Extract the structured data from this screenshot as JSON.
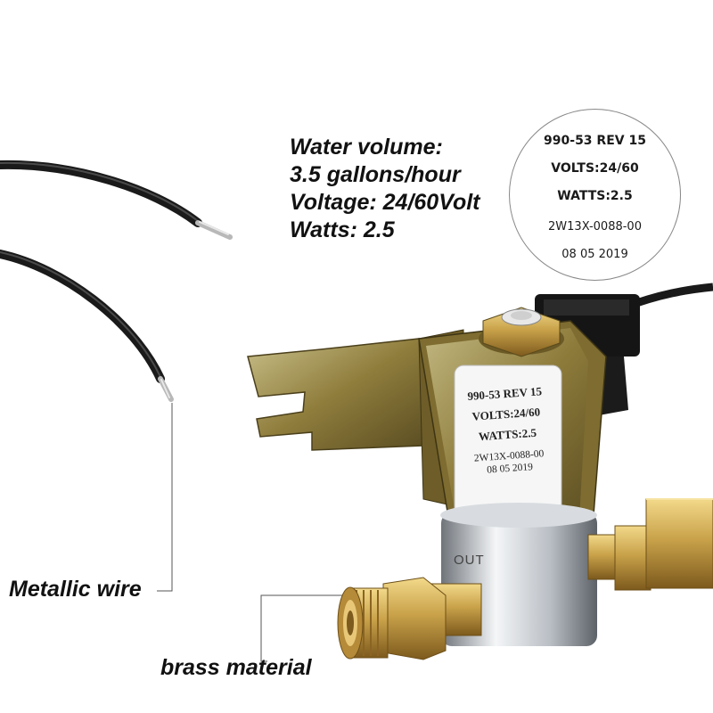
{
  "specs": {
    "line1": "Water volume:",
    "line2": "3.5 gallons/hour",
    "line3": "Voltage: 24/60Volt",
    "line4": "Watts: 2.5"
  },
  "label_circle": {
    "model": "990-53 REV 15",
    "volts": "VOLTS:24/60",
    "watts": "WATTS:2.5",
    "part_number": "2W13X-0088-00",
    "date": "08 05 2019"
  },
  "valve_label": {
    "model": "990-53 REV 15",
    "volts": "VOLTS:24/60",
    "watts": "WATTS:2.5",
    "part_number": "2W13X-0088-00",
    "date": "08 05 2019",
    "port": "OUT"
  },
  "callouts": {
    "wire": "Metallic wire",
    "brass": "brass material"
  },
  "colors": {
    "brass": "#c9a24a",
    "wire_insulation": "#1a1a1a",
    "chrome": "#c8ccd0",
    "bracket": "#9c8a4e"
  }
}
